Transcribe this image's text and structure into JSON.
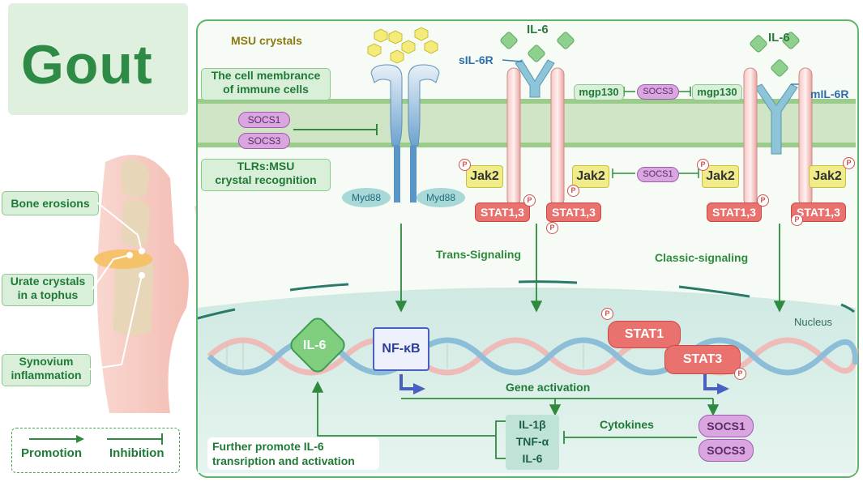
{
  "title": "Gout",
  "left_labels": {
    "bone_erosions": "Bone erosions",
    "urate_crystals": "Urate crystals in a tophus",
    "urate_crystals_l1": "Urate crystals",
    "urate_crystals_l2": "in a tophus",
    "synovium_l1": "Synovium",
    "synovium_l2": "inflammation"
  },
  "legend": {
    "promotion": "Promotion",
    "inhibition": "Inhibition"
  },
  "membrane": {
    "msu_crystals": "MSU crystals",
    "cell_membrane_l1": "The cell membrance",
    "cell_membrane_l2": "of immune cells",
    "tlrs_l1": "TLRs:MSU",
    "tlrs_l2": "crystal recognition"
  },
  "molecules": {
    "socs1": "SOCS1",
    "socs3": "SOCS3",
    "myd88": "Myd88",
    "il6": "IL-6",
    "sil6r": "sIL-6R",
    "mil6r": "mIL-6R",
    "mgp130": "mgp130",
    "jak2": "Jak2",
    "stat13": "STAT1,3",
    "p": "P",
    "stat1": "STAT1",
    "stat3": "STAT3",
    "nfkb": "NF-κB"
  },
  "pathways": {
    "trans": "Trans-Signaling",
    "classic": "Classic-signaling",
    "nucleus": "Nucleus",
    "gene_activation": "Gene activation",
    "cytokines": "Cytokines"
  },
  "cytokine_list": [
    "IL-1β",
    "TNF-α",
    "IL-6"
  ],
  "further_l1": "Further promote IL-6",
  "further_l2": "transription and activation",
  "colors": {
    "arrow_green": "#2e8b3e",
    "title_green": "#2e8b45",
    "stat_red": "#e9726e",
    "jak_yellow": "#f0ec8a",
    "socs_purple": "#c184cf"
  }
}
